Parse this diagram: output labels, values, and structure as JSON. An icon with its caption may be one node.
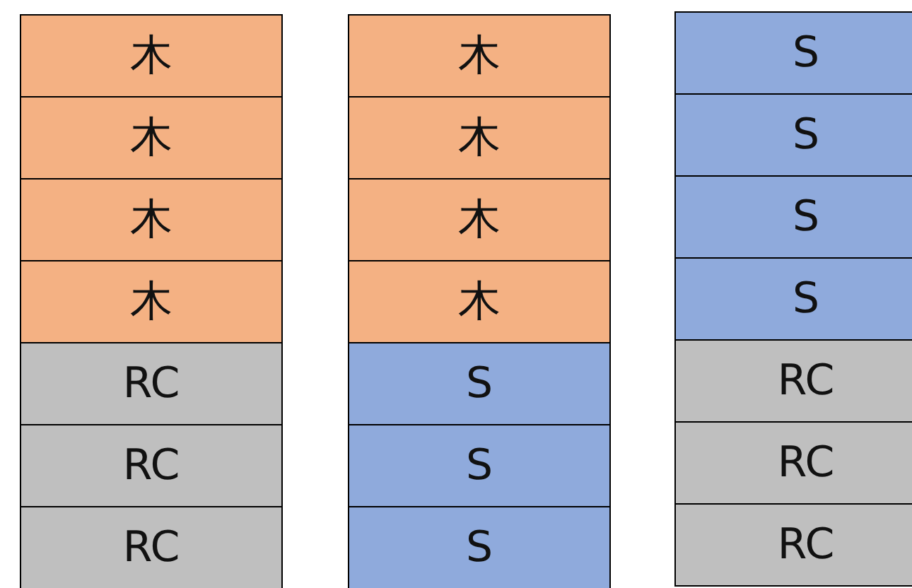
{
  "diagram": {
    "nodes": [
      {
        "text": [
          "木"
        ]
      },
      {
        "text": [
          "木"
        ]
      },
      {
        "text": [
          "木"
        ]
      },
      {
        "text": [
          "木"
        ]
      },
      {
        "text": [
          "RC"
        ]
      },
      {
        "text": [
          "RC"
        ]
      },
      {
        "text": [
          "RC"
        ]
      },
      {
        "text": [
          "木"
        ]
      },
      {
        "text": [
          "木"
        ]
      },
      {
        "text": [
          "木"
        ]
      },
      {
        "text": [
          "木"
        ]
      },
      {
        "text": [
          "S"
        ]
      },
      {
        "text": [
          "S"
        ]
      },
      {
        "text": [
          "S"
        ]
      },
      {
        "text": [
          "S"
        ]
      },
      {
        "text": [
          "S"
        ]
      },
      {
        "text": [
          "S"
        ]
      },
      {
        "text": [
          "S"
        ]
      },
      {
        "text": [
          "RC"
        ]
      },
      {
        "text": [
          "RC"
        ]
      },
      {
        "text": [
          "RC"
        ]
      }
    ]
  }
}
